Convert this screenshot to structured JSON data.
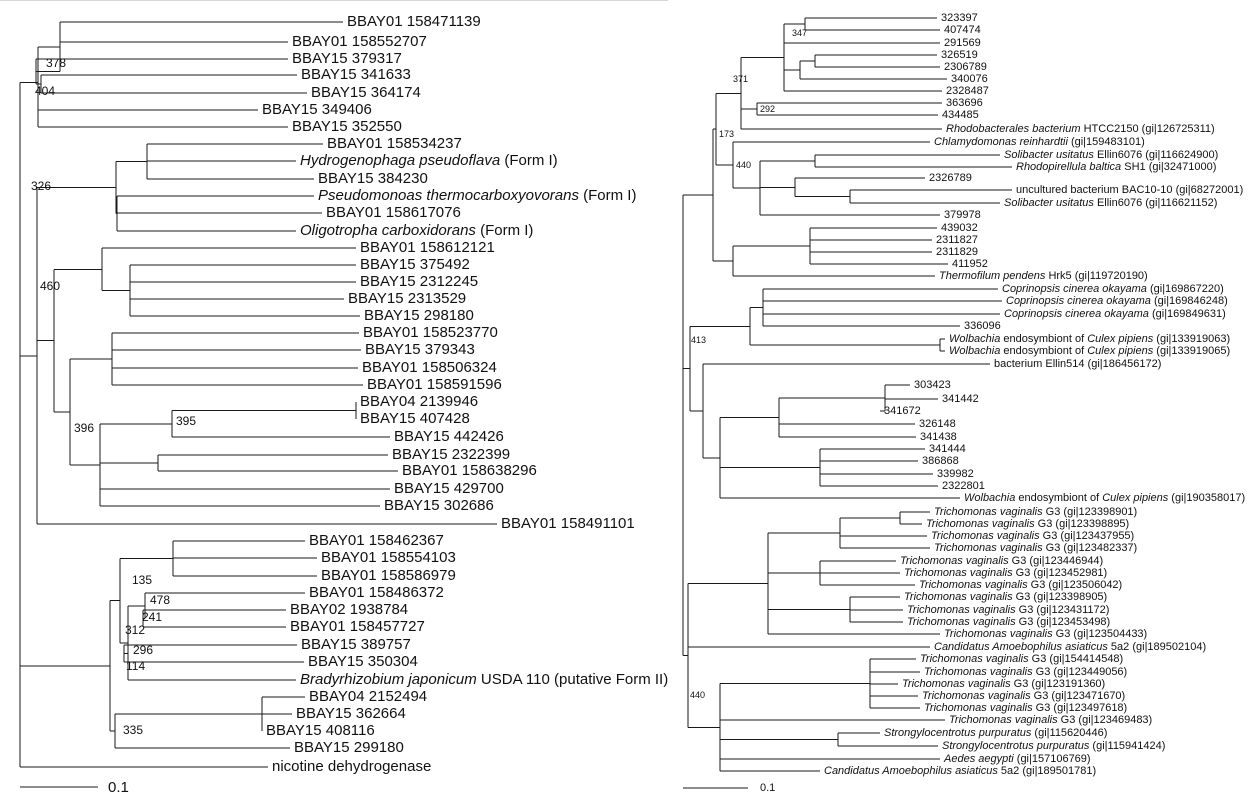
{
  "left_tree": {
    "scale_label": "0.1",
    "taxa": [
      {
        "id": "l01",
        "parts": [
          {
            "t": "BBAY01 158471139"
          }
        ]
      },
      {
        "id": "l02",
        "parts": [
          {
            "t": "BBAY01 158552707"
          }
        ]
      },
      {
        "id": "l03",
        "parts": [
          {
            "t": "BBAY15 379317"
          }
        ]
      },
      {
        "id": "l04",
        "parts": [
          {
            "t": "BBAY15 341633"
          }
        ]
      },
      {
        "id": "l05",
        "parts": [
          {
            "t": "BBAY15 364174"
          }
        ]
      },
      {
        "id": "l06",
        "parts": [
          {
            "t": "BBAY15 349406"
          }
        ]
      },
      {
        "id": "l07",
        "parts": [
          {
            "t": "BBAY15 352550"
          }
        ]
      },
      {
        "id": "l08",
        "parts": [
          {
            "t": "BBAY01 158534237"
          }
        ]
      },
      {
        "id": "l09",
        "parts": [
          {
            "t": "Hydrogenophaga pseudoflava",
            "i": true
          },
          {
            "t": " (Form I)"
          }
        ]
      },
      {
        "id": "l10",
        "parts": [
          {
            "t": "BBAY15 384230"
          }
        ]
      },
      {
        "id": "l11",
        "parts": [
          {
            "t": "Pseudomonoas thermocarboxyovorans",
            "i": true
          },
          {
            "t": " (Form I)"
          }
        ]
      },
      {
        "id": "l12",
        "parts": [
          {
            "t": "BBAY01 158617076"
          }
        ]
      },
      {
        "id": "l13",
        "parts": [
          {
            "t": "Oligotropha carboxidorans",
            "i": true
          },
          {
            "t": " (Form I)"
          }
        ]
      },
      {
        "id": "l14",
        "parts": [
          {
            "t": "BBAY01 158612121"
          }
        ]
      },
      {
        "id": "l15",
        "parts": [
          {
            "t": "BBAY15 375492"
          }
        ]
      },
      {
        "id": "l16",
        "parts": [
          {
            "t": "BBAY15 2312245"
          }
        ]
      },
      {
        "id": "l17",
        "parts": [
          {
            "t": "BBAY15 2313529"
          }
        ]
      },
      {
        "id": "l18",
        "parts": [
          {
            "t": "BBAY15 298180"
          }
        ]
      },
      {
        "id": "l19",
        "parts": [
          {
            "t": "BBAY01 158523770"
          }
        ]
      },
      {
        "id": "l20",
        "parts": [
          {
            "t": "BBAY15 379343"
          }
        ]
      },
      {
        "id": "l21",
        "parts": [
          {
            "t": "BBAY01 158506324"
          }
        ]
      },
      {
        "id": "l22",
        "parts": [
          {
            "t": "BBAY01 158591596"
          }
        ]
      },
      {
        "id": "l23",
        "parts": [
          {
            "t": "BBAY04 2139946"
          }
        ]
      },
      {
        "id": "l24",
        "parts": [
          {
            "t": "BBAY15 407428"
          }
        ]
      },
      {
        "id": "l25",
        "parts": [
          {
            "t": "BBAY15 442426"
          }
        ]
      },
      {
        "id": "l26",
        "parts": [
          {
            "t": "BBAY15 2322399"
          }
        ]
      },
      {
        "id": "l27",
        "parts": [
          {
            "t": "BBAY01 158638296"
          }
        ]
      },
      {
        "id": "l28",
        "parts": [
          {
            "t": "BBAY15 429700"
          }
        ]
      },
      {
        "id": "l29",
        "parts": [
          {
            "t": "BBAY15 302686"
          }
        ]
      },
      {
        "id": "l30",
        "parts": [
          {
            "t": "BBAY01 158491101"
          }
        ]
      },
      {
        "id": "l31",
        "parts": [
          {
            "t": "BBAY01 158462367"
          }
        ]
      },
      {
        "id": "l32",
        "parts": [
          {
            "t": "BBAY01 158554103"
          }
        ]
      },
      {
        "id": "l33",
        "parts": [
          {
            "t": "BBAY01 158586979"
          }
        ]
      },
      {
        "id": "l34",
        "parts": [
          {
            "t": "BBAY01 158486372"
          }
        ]
      },
      {
        "id": "l35",
        "parts": [
          {
            "t": "BBAY02 1938784"
          }
        ]
      },
      {
        "id": "l36",
        "parts": [
          {
            "t": "BBAY01 158457727"
          }
        ]
      },
      {
        "id": "l37",
        "parts": [
          {
            "t": "BBAY15 389757"
          }
        ]
      },
      {
        "id": "l38",
        "parts": [
          {
            "t": "BBAY15 350304"
          }
        ]
      },
      {
        "id": "l39",
        "parts": [
          {
            "t": "Bradyrhizobium japonicum",
            "i": true
          },
          {
            "t": " USDA 110 (putative Form II)"
          }
        ]
      },
      {
        "id": "l40",
        "parts": [
          {
            "t": "BBAY04 2152494"
          }
        ]
      },
      {
        "id": "l41",
        "parts": [
          {
            "t": "BBAY15 362664"
          }
        ]
      },
      {
        "id": "l42",
        "parts": [
          {
            "t": "BBAY15 408116"
          }
        ]
      },
      {
        "id": "l43",
        "parts": [
          {
            "t": "BBAY15 299180"
          }
        ]
      },
      {
        "id": "l44",
        "parts": [
          {
            "t": "nicotine dehydrogenase"
          }
        ]
      }
    ],
    "bootstrap": [
      "378",
      "404",
      "326",
      "460",
      "396",
      "395",
      "135",
      "478",
      "241",
      "312",
      "296",
      "114",
      "335"
    ]
  },
  "right_tree": {
    "scale_label": "0.1",
    "taxa": [
      {
        "id": "r01",
        "parts": [
          {
            "t": "323397"
          }
        ]
      },
      {
        "id": "r02",
        "parts": [
          {
            "t": "407474"
          }
        ]
      },
      {
        "id": "r03",
        "parts": [
          {
            "t": "291569"
          }
        ]
      },
      {
        "id": "r04",
        "parts": [
          {
            "t": "326519"
          }
        ]
      },
      {
        "id": "r05",
        "parts": [
          {
            "t": "2306789"
          }
        ]
      },
      {
        "id": "r06",
        "parts": [
          {
            "t": "340076"
          }
        ]
      },
      {
        "id": "r07",
        "parts": [
          {
            "t": "2328487"
          }
        ]
      },
      {
        "id": "r08",
        "parts": [
          {
            "t": "363696"
          }
        ]
      },
      {
        "id": "r09",
        "parts": [
          {
            "t": "434485"
          }
        ]
      },
      {
        "id": "r10",
        "parts": [
          {
            "t": "Rhodobacterales bacterium",
            "i": true
          },
          {
            "t": " HTCC2150 (gi|126725311)"
          }
        ]
      },
      {
        "id": "r11",
        "parts": [
          {
            "t": "Chlamydomonas reinhardtii",
            "i": true
          },
          {
            "t": " (gi|159483101)"
          }
        ]
      },
      {
        "id": "r12",
        "parts": [
          {
            "t": "Solibacter usitatus",
            "i": true
          },
          {
            "t": " Ellin6076 (gi|116624900)"
          }
        ]
      },
      {
        "id": "r13",
        "parts": [
          {
            "t": "Rhodopirellula baltica",
            "i": true
          },
          {
            "t": " SH1 (gi|32471000)"
          }
        ]
      },
      {
        "id": "r14",
        "parts": [
          {
            "t": "2326789"
          }
        ]
      },
      {
        "id": "r15",
        "parts": [
          {
            "t": "uncultured bacterium BAC10-10 (gi|68272001)"
          }
        ]
      },
      {
        "id": "r16",
        "parts": [
          {
            "t": "Solibacter usitatus",
            "i": true
          },
          {
            "t": " Ellin6076 (gi|116621152)"
          }
        ]
      },
      {
        "id": "r17",
        "parts": [
          {
            "t": "379978"
          }
        ]
      },
      {
        "id": "r18",
        "parts": [
          {
            "t": "439032"
          }
        ]
      },
      {
        "id": "r19",
        "parts": [
          {
            "t": "2311827"
          }
        ]
      },
      {
        "id": "r20",
        "parts": [
          {
            "t": "2311829"
          }
        ]
      },
      {
        "id": "r21",
        "parts": [
          {
            "t": "411952"
          }
        ]
      },
      {
        "id": "r22",
        "parts": [
          {
            "t": "Thermofilum pendens",
            "i": true
          },
          {
            "t": " Hrk5 (gi|119720190)"
          }
        ]
      },
      {
        "id": "r23",
        "parts": [
          {
            "t": "Coprinopsis cinerea okayama",
            "i": true
          },
          {
            "t": " (gi|169867220)"
          }
        ]
      },
      {
        "id": "r24",
        "parts": [
          {
            "t": "Coprinopsis cinerea okayama",
            "i": true
          },
          {
            "t": " (gi|169846248)"
          }
        ]
      },
      {
        "id": "r25",
        "parts": [
          {
            "t": "Coprinopsis cinerea okayama",
            "i": true
          },
          {
            "t": " (gi|169849631)"
          }
        ]
      },
      {
        "id": "r26",
        "parts": [
          {
            "t": "336096"
          }
        ]
      },
      {
        "id": "r27",
        "parts": [
          {
            "t": "Wolbachia",
            "i": true
          },
          {
            "t": " endosymbiont of "
          },
          {
            "t": "Culex pipiens",
            "i": true
          },
          {
            "t": " (gi|133919063)"
          }
        ]
      },
      {
        "id": "r28",
        "parts": [
          {
            "t": "Wolbachia",
            "i": true
          },
          {
            "t": " endosymbiont of "
          },
          {
            "t": "Culex pipiens",
            "i": true
          },
          {
            "t": " (gi|133919065)"
          }
        ]
      },
      {
        "id": "r29",
        "parts": [
          {
            "t": "bacterium Ellin514 (gi|186456172)"
          }
        ]
      },
      {
        "id": "r30",
        "parts": [
          {
            "t": "303423"
          }
        ]
      },
      {
        "id": "r31",
        "parts": [
          {
            "t": "341442"
          }
        ]
      },
      {
        "id": "r32",
        "parts": [
          {
            "t": "341672"
          }
        ]
      },
      {
        "id": "r33",
        "parts": [
          {
            "t": "326148"
          }
        ]
      },
      {
        "id": "r34",
        "parts": [
          {
            "t": "341438"
          }
        ]
      },
      {
        "id": "r35",
        "parts": [
          {
            "t": "341444"
          }
        ]
      },
      {
        "id": "r36",
        "parts": [
          {
            "t": "386868"
          }
        ]
      },
      {
        "id": "r37",
        "parts": [
          {
            "t": "339982"
          }
        ]
      },
      {
        "id": "r38",
        "parts": [
          {
            "t": "2322801"
          }
        ]
      },
      {
        "id": "r39",
        "parts": [
          {
            "t": "Wolbachia",
            "i": true
          },
          {
            "t": " endosymbiont of "
          },
          {
            "t": "Culex pipiens",
            "i": true
          },
          {
            "t": " (gi|190358017)"
          }
        ]
      },
      {
        "id": "r40",
        "parts": [
          {
            "t": "Trichomonas vaginalis",
            "i": true
          },
          {
            "t": " G3 (gi|123398901)"
          }
        ]
      },
      {
        "id": "r41",
        "parts": [
          {
            "t": "Trichomonas vaginalis",
            "i": true
          },
          {
            "t": " G3 (gi|123398895)"
          }
        ]
      },
      {
        "id": "r42",
        "parts": [
          {
            "t": "Trichomonas vaginalis",
            "i": true
          },
          {
            "t": " G3 (gi|123437955)"
          }
        ]
      },
      {
        "id": "r43",
        "parts": [
          {
            "t": "Trichomonas vaginalis",
            "i": true
          },
          {
            "t": " G3 (gi|123482337)"
          }
        ]
      },
      {
        "id": "r44",
        "parts": [
          {
            "t": "Trichomonas vaginalis",
            "i": true
          },
          {
            "t": " G3 (gi|123446944)"
          }
        ]
      },
      {
        "id": "r45",
        "parts": [
          {
            "t": "Trichomonas vaginalis",
            "i": true
          },
          {
            "t": " G3 (gi|123452981)"
          }
        ]
      },
      {
        "id": "r46",
        "parts": [
          {
            "t": "Trichomonas vaginalis",
            "i": true
          },
          {
            "t": " G3 (gi|123506042)"
          }
        ]
      },
      {
        "id": "r47",
        "parts": [
          {
            "t": "Trichomonas vaginalis",
            "i": true
          },
          {
            "t": " G3 (gi|123398905)"
          }
        ]
      },
      {
        "id": "r48",
        "parts": [
          {
            "t": "Trichomonas vaginalis",
            "i": true
          },
          {
            "t": " G3 (gi|123431172)"
          }
        ]
      },
      {
        "id": "r49",
        "parts": [
          {
            "t": "Trichomonas vaginalis",
            "i": true
          },
          {
            "t": " G3 (gi|123453498)"
          }
        ]
      },
      {
        "id": "r50",
        "parts": [
          {
            "t": "Trichomonas vaginalis",
            "i": true
          },
          {
            "t": " G3 (gi|123504433)"
          }
        ]
      },
      {
        "id": "r51",
        "parts": [
          {
            "t": "Candidatus Amoebophilus asiaticus",
            "i": true
          },
          {
            "t": " 5a2 (gi|189502104)"
          }
        ]
      },
      {
        "id": "r52",
        "parts": [
          {
            "t": "Trichomonas vaginalis",
            "i": true
          },
          {
            "t": " G3 (gi|154414548)"
          }
        ]
      },
      {
        "id": "r53",
        "parts": [
          {
            "t": "Trichomonas vaginalis",
            "i": true
          },
          {
            "t": " G3 (gi|123449056)"
          }
        ]
      },
      {
        "id": "r54",
        "parts": [
          {
            "t": "Trichomonas vaginalis",
            "i": true
          },
          {
            "t": " G3 (gi|123191360)"
          }
        ]
      },
      {
        "id": "r55",
        "parts": [
          {
            "t": "Trichomonas vaginalis",
            "i": true
          },
          {
            "t": " G3 (gi|123471670)"
          }
        ]
      },
      {
        "id": "r56",
        "parts": [
          {
            "t": "Trichomonas vaginalis",
            "i": true
          },
          {
            "t": " G3 (gi|123497618)"
          }
        ]
      },
      {
        "id": "r57",
        "parts": [
          {
            "t": "Trichomonas vaginalis",
            "i": true
          },
          {
            "t": " G3 (gi|123469483)"
          }
        ]
      },
      {
        "id": "r58",
        "parts": [
          {
            "t": "Strongylocentrotus purpuratus",
            "i": true
          },
          {
            "t": " (gi|115620446)"
          }
        ]
      },
      {
        "id": "r59",
        "parts": [
          {
            "t": "Strongylocentrotus purpuratus",
            "i": true
          },
          {
            "t": " (gi|115941424)"
          }
        ]
      },
      {
        "id": "r60",
        "parts": [
          {
            "t": "Aedes aegypti",
            "i": true
          },
          {
            "t": " (gi|157106769)"
          }
        ]
      },
      {
        "id": "r61",
        "parts": [
          {
            "t": "Candidatus Amoebophilus asiaticus",
            "i": true
          },
          {
            "t": " 5a2 (gi|189501781)"
          }
        ]
      }
    ],
    "bootstrap": [
      "347",
      "371",
      "292",
      "173",
      "440",
      "413",
      "440"
    ]
  }
}
